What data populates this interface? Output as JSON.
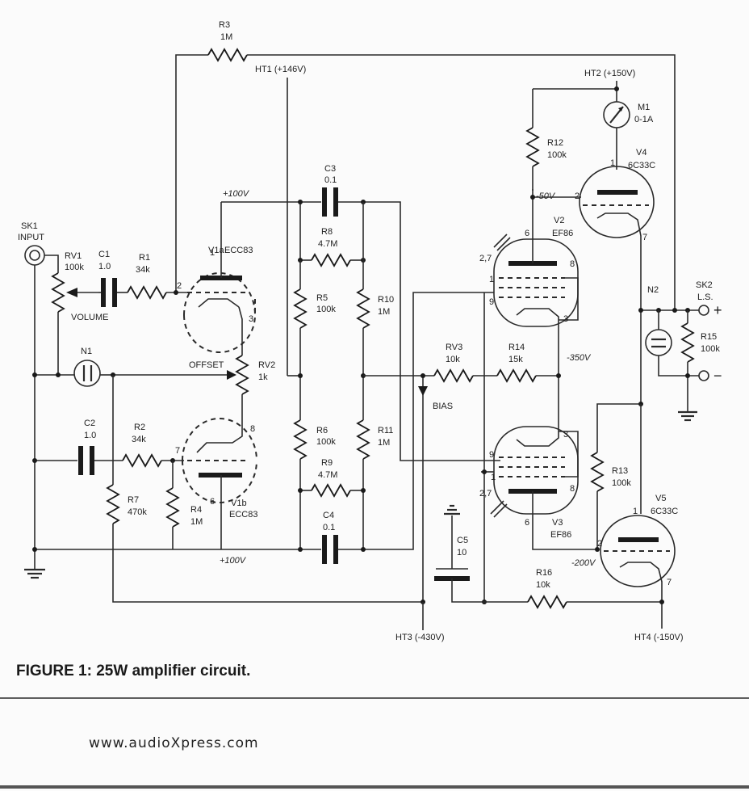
{
  "figure": {
    "caption": "FIGURE 1: 25W amplifier circuit.",
    "website": "www.audioXpress.com"
  },
  "labels": {
    "sk1": "SK1",
    "input": "INPUT",
    "rv1": "RV1",
    "rv1_val": "100k",
    "c1": "C1",
    "c1_val": "1.0",
    "r1": "R1",
    "r1_val": "34k",
    "volume": "VOLUME",
    "r3": "R3",
    "r3_val": "1M",
    "ht1": "HT1 (+146V)",
    "ht2": "HT2 (+150V)",
    "ht3": "HT3 (-430V)",
    "ht4": "HT4 (-150V)",
    "v1a": "V1a",
    "v1a_type": "ECC83",
    "v1b": "V1b",
    "v1b_type": "ECC83",
    "plus100_top": "+100V",
    "plus100_bot": "+100V",
    "c3": "C3",
    "c3_val": "0.1",
    "c4": "C4",
    "c4_val": "0.1",
    "r8": "R8",
    "r8_val": "4.7M",
    "r9": "R9",
    "r9_val": "4.7M",
    "r5": "R5",
    "r5_val": "100k",
    "r6": "R6",
    "r6_val": "100k",
    "r10": "R10",
    "r10_val": "1M",
    "r11": "R11",
    "r11_val": "1M",
    "offset": "OFFSET",
    "rv2": "RV2",
    "rv2_val": "1k",
    "n1": "N1",
    "c2": "C2",
    "c2_val": "1.0",
    "r2": "R2",
    "r2_val": "34k",
    "r7": "R7",
    "r7_val": "470k",
    "r4": "R4",
    "r4_val": "1M",
    "rv3": "RV3",
    "rv3_val": "10k",
    "bias": "BIAS",
    "r14": "R14",
    "r14_val": "15k",
    "minus350": "-350V",
    "minus50": "-50V",
    "minus200": "-200V",
    "r12": "R12",
    "r12_val": "100k",
    "m1": "M1",
    "m1_val": "0-1A",
    "v4": "V4",
    "v4_type": "6C33C",
    "v5": "V5",
    "v5_type": "6C33C",
    "v2": "V2",
    "v2_type": "EF86",
    "v3": "V3",
    "v3_type": "EF86",
    "n2": "N2",
    "sk2": "SK2",
    "ls": "L.S.",
    "r15": "R15",
    "r15_val": "100k",
    "r13": "R13",
    "r13_val": "100k",
    "r16": "R16",
    "r16_val": "10k",
    "c5": "C5",
    "c5_val": "10",
    "plus": "+",
    "minus": "−",
    "pin_1a": "1",
    "pin_2a": "2",
    "pin_3a": "3",
    "pin_6b": "6",
    "pin_7b": "7",
    "pin_8b": "8",
    "pin_v2_6": "6",
    "pin_v2_27": "2,7",
    "pin_v2_8": "8",
    "pin_v2_1": "1",
    "pin_v2_9": "9",
    "pin_v2_3": "3",
    "pin_v3_3": "3",
    "pin_v3_9": "9",
    "pin_v3_1": "1",
    "pin_v3_27": "2,7",
    "pin_v3_8": "8",
    "pin_v3_6": "6",
    "pin_v4_1": "1",
    "pin_v4_2": "2",
    "pin_v4_7": "7",
    "pin_v5_1": "1",
    "pin_v5_2": "2",
    "pin_v5_7": "7"
  }
}
